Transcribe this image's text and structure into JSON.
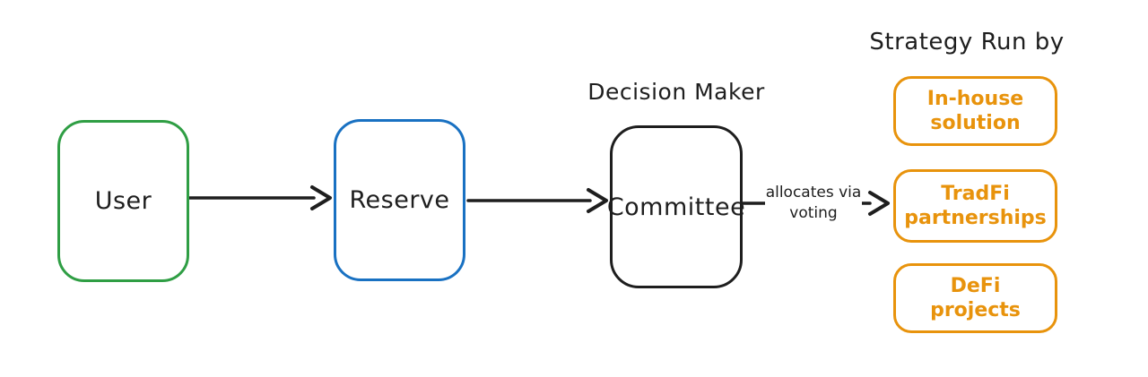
{
  "colors": {
    "background": "#ffffff",
    "text": "#1e1e1e",
    "arrow": "#1e1e1e",
    "user_border": "#2f9e44",
    "reserve_border": "#1971c2",
    "committee_border": "#1e1e1e",
    "strategy_accent": "#e8930c"
  },
  "nodes": {
    "user": {
      "label": "User"
    },
    "reserve": {
      "label": "Reserve"
    },
    "committee": {
      "label": "Committee",
      "caption": "Decision Maker"
    }
  },
  "edges": {
    "user_to_reserve": {
      "label": ""
    },
    "reserve_to_committee": {
      "label": ""
    },
    "committee_to_strategy": {
      "label": "allocates via voting"
    }
  },
  "strategy": {
    "heading": "Strategy Run by",
    "options": [
      {
        "label": "In-house solution"
      },
      {
        "label": "TradFi partnerships"
      },
      {
        "label": "DeFi projects"
      }
    ]
  }
}
